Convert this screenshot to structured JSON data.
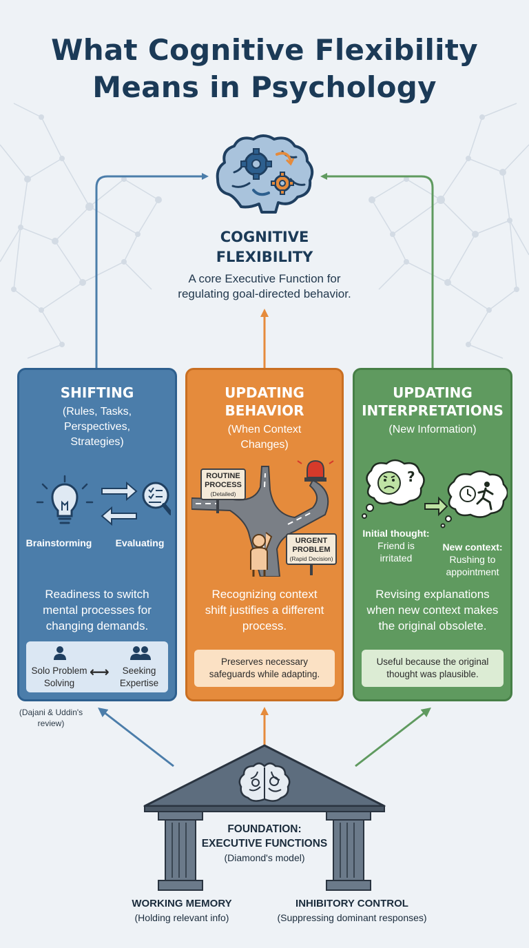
{
  "title": {
    "line1": "What Cognitive Flexibility",
    "line2": "Means in Psychology"
  },
  "center": {
    "title_line1": "COGNITIVE",
    "title_line2": "FLEXIBILITY",
    "desc_line1": "A core Executive Function for",
    "desc_line2": "regulating goal-directed behavior."
  },
  "panels": {
    "shifting": {
      "title": "SHIFTING",
      "sub_lines": [
        "(Rules, Tasks,",
        "Perspectives,",
        "Strategies)"
      ],
      "label_left": "Brainstorming",
      "label_right": "Evaluating",
      "body_lines": [
        "Readiness to switch",
        "mental processes for",
        "changing demands."
      ],
      "box_left_1": "Solo Problem",
      "box_left_2": "Solving",
      "box_arrow": "⟷",
      "box_right_1": "Seeking",
      "box_right_2": "Expertise"
    },
    "behavior": {
      "title_line1": "UPDATING",
      "title_line2": "BEHAVIOR",
      "sub_lines": [
        "(When Context",
        "Changes)"
      ],
      "sign1_line1": "ROUTINE",
      "sign1_line2": "PROCESS",
      "sign1_small": "(Detailed)",
      "sign2_line1": "URGENT",
      "sign2_line2": "PROBLEM",
      "sign2_small": "(Rapid Decision)",
      "body_lines": [
        "Recognizing context",
        "shift justifies a different",
        "process."
      ],
      "box_lines": [
        "Preserves necessary",
        "safeguards while adapting."
      ]
    },
    "interpretations": {
      "title_line1": "UPDATING",
      "title_line2": "INTERPRETATIONS",
      "sub_lines": [
        "(New Information)"
      ],
      "label_left_bold": "Initial thought:",
      "label_left_1": "Friend is",
      "label_left_2": "irritated",
      "label_right_bold": "New context:",
      "label_right_1": "Rushing to",
      "label_right_2": "appointment",
      "body_lines": [
        "Revising explanations",
        "when new context makes",
        "the original obsolete."
      ],
      "box_lines": [
        "Useful because the original",
        "thought was plausible."
      ]
    }
  },
  "citation": {
    "line1": "(Dajani & Uddin's",
    "line2": "review)"
  },
  "foundation": {
    "title_line1": "FOUNDATION:",
    "title_line2": "EXECUTIVE FUNCTIONS",
    "sub": "(Diamond's model)",
    "left_name": "WORKING MEMORY",
    "left_desc": "(Holding relevant info)",
    "right_name": "INHIBITORY CONTROL",
    "right_desc": "(Suppressing dominant responses)"
  },
  "colors": {
    "blue": "#4b7daa",
    "orange": "#e58b3c",
    "green": "#5f9a5f",
    "navy": "#1b3a57",
    "pillar": "#5d6d7e"
  }
}
